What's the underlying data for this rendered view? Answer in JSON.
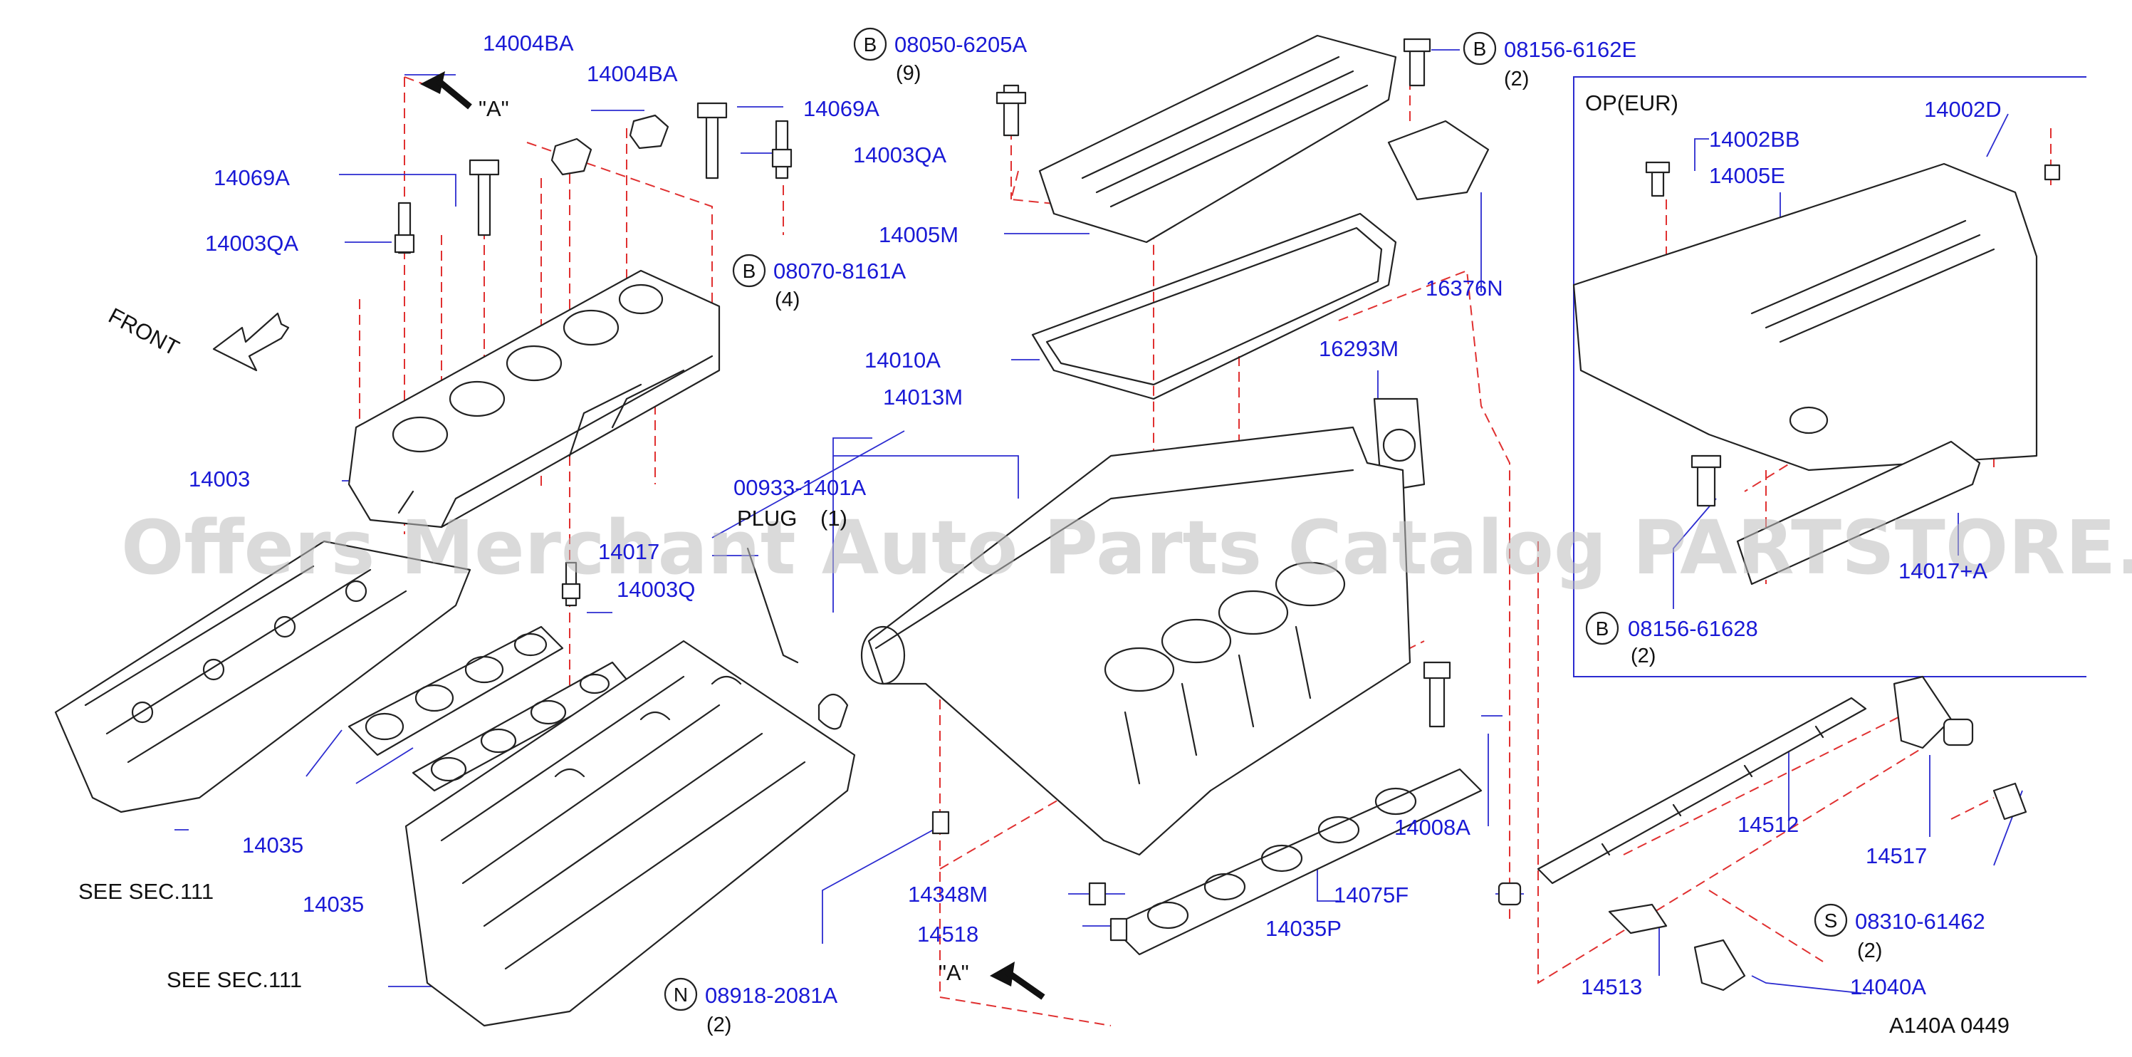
{
  "watermark": "Offers Merchant Auto Parts Catalog PARTSTORE.SA",
  "figure_code": "A140A  0449",
  "view_marker_top": "\"A\"",
  "view_marker_bottom": "\"A\"",
  "front_label": "FRONT",
  "option_box_title": "OP(EUR)",
  "see_sec_1": "SEE   SEC.111",
  "see_sec_2": "SEE   SEC.111",
  "plug_label": "PLUG",
  "plug_qty": "(1)",
  "colors": {
    "part_number": "#1a1ad6",
    "dashed_guide": "#e03030",
    "linework": "#222222"
  },
  "labels": {
    "p14004BA_a": "14004BA",
    "p14004BA_b": "14004BA",
    "p14069A_a": "14069A",
    "p14069A_b": "14069A",
    "p14003QA_a": "14003QA",
    "p14003QA_b": "14003QA",
    "p14003": "14003",
    "p14017": "14017",
    "p14003Q": "14003Q",
    "p14035_a": "14035",
    "p14035_b": "14035",
    "p14005M": "14005M",
    "p14010A": "14010A",
    "p14013M": "14013M",
    "p00933": "00933-1401A",
    "p16376N": "16376N",
    "p16293M": "16293M",
    "p14008A": "14008A",
    "p14348M": "14348M",
    "p14518": "14518",
    "p14075F": "14075F",
    "p14035P": "14035P",
    "p14512": "14512",
    "p14517": "14517",
    "p14513": "14513",
    "p14040A": "14040A",
    "p14002BB": "14002BB",
    "p14002D": "14002D",
    "p14005E": "14005E",
    "p14017A": "14017+A"
  },
  "bolts": {
    "b1": {
      "letter": "B",
      "part": "08050-6205A",
      "qty": "(9)"
    },
    "b2": {
      "letter": "B",
      "part": "08156-6162E",
      "qty": "(2)"
    },
    "b3": {
      "letter": "B",
      "part": "08070-8161A",
      "qty": "(4)"
    },
    "b4": {
      "letter": "B",
      "part": "08156-61628",
      "qty": "(2)"
    },
    "s1": {
      "letter": "S",
      "part": "08310-61462",
      "qty": "(2)"
    },
    "n1": {
      "letter": "N",
      "part": "08918-2081A",
      "qty": "(2)"
    }
  }
}
